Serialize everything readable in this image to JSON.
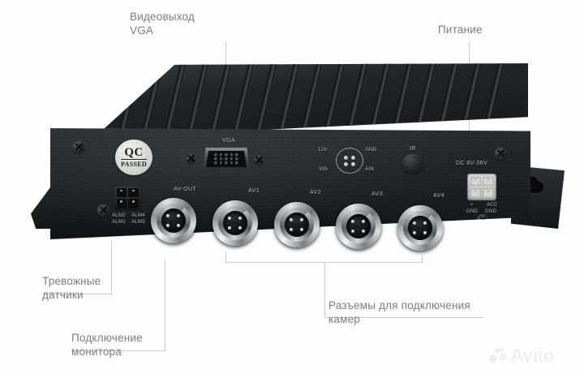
{
  "scene": {
    "subject": "mobile-dvr-front-panel",
    "background_color": "#fdfdfd",
    "callout_text_color": "#7d7d80",
    "leader_line_color": "#c9c9cc"
  },
  "callouts": [
    {
      "id": "vga",
      "label": "Видеовыход\nVGA"
    },
    {
      "id": "power",
      "label": "Питание"
    },
    {
      "id": "alarm",
      "label": "Тревожные\nдатчики"
    },
    {
      "id": "monitor",
      "label": "Подключение\nмонитора"
    },
    {
      "id": "cameras",
      "label": "Разъемы для подключения\nкамер"
    }
  ],
  "device": {
    "qc_sticker": {
      "top": "QC",
      "bottom": "PASSED"
    },
    "port_labels": {
      "vga": "VGA",
      "av_out": "AV-OUT",
      "av1": "AV1",
      "av2": "AV2",
      "av3": "AV3",
      "av4": "AV4",
      "ir": "IR",
      "dc_input": "DC 8V-36V"
    },
    "alarm_connector": {
      "top_left": "ALM2",
      "top_right": "ALM4",
      "bottom_left": "ALM1",
      "bottom_right": "ALM3"
    },
    "round_connector": {
      "top_left": "12V",
      "top_right": "GND",
      "bottom_left": "VIN",
      "bottom_right": "AIN"
    },
    "power_connector": {
      "top_left": "+",
      "top_right": "ACC",
      "bottom_left": "GND",
      "bottom_right": "GND"
    }
  },
  "watermark": {
    "text": "Avito"
  }
}
